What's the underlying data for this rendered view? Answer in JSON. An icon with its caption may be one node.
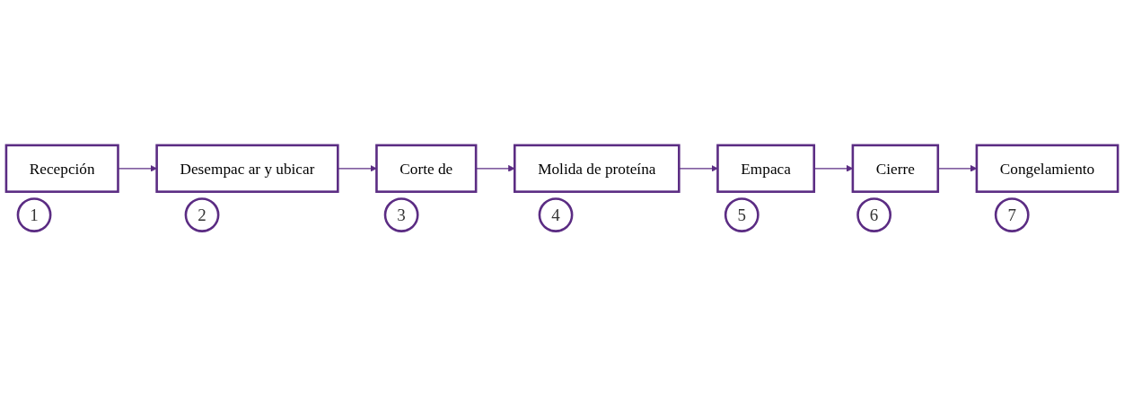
{
  "diagram": {
    "nodes": [
      {
        "text": [
          "Recepción"
        ],
        "beside": [
          "1"
        ]
      },
      {
        "text": [
          "Desempac ar y ubicar"
        ],
        "beside": [
          "2"
        ]
      },
      {
        "text": [
          "Corte de"
        ],
        "beside": [
          "3"
        ]
      },
      {
        "text": [
          "Molida de proteína"
        ],
        "beside": [
          "4"
        ]
      },
      {
        "text": [
          "Empaca"
        ],
        "beside": [
          "5"
        ]
      },
      {
        "text": [
          "Cierre"
        ],
        "beside": [
          "6"
        ]
      },
      {
        "text": [
          "Congelamiento"
        ],
        "beside": [
          "7"
        ]
      }
    ],
    "edges": [
      {
        "from": 0,
        "to": 1,
        "arrow": "to"
      },
      {
        "from": 1,
        "to": 2,
        "arrow": "to"
      },
      {
        "from": 2,
        "to": 3,
        "arrow": "to"
      },
      {
        "from": 3,
        "to": 4,
        "arrow": "to"
      },
      {
        "from": 4,
        "to": 5,
        "arrow": "to"
      },
      {
        "from": 5,
        "to": 6,
        "arrow": "to"
      }
    ]
  }
}
